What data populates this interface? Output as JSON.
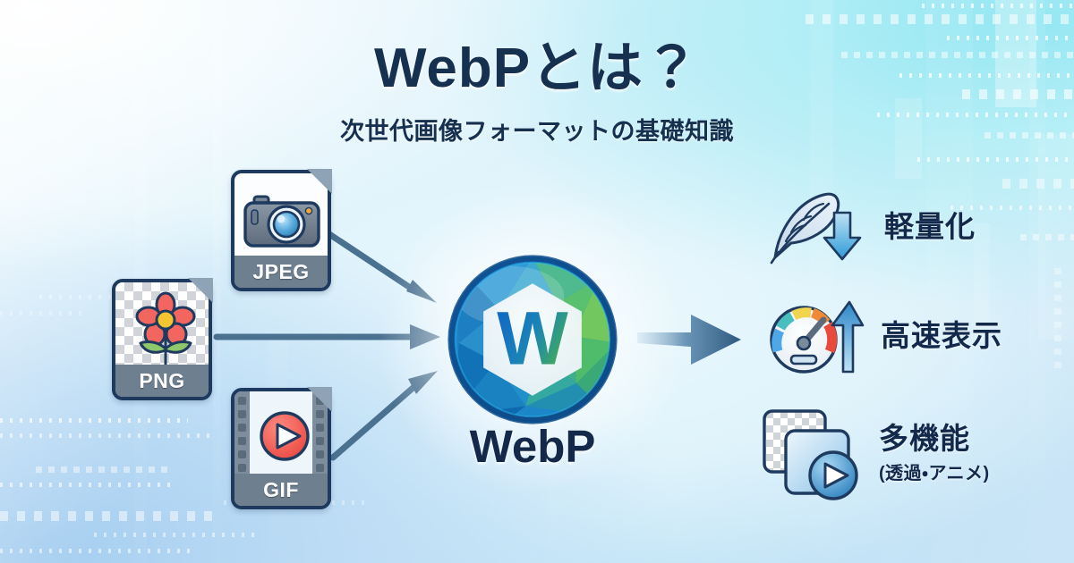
{
  "header": {
    "title": "WebPとは？",
    "subtitle": "次世代画像フォーマットの基礎知識"
  },
  "center": {
    "logo_letter": "W",
    "logo_label": "WebP"
  },
  "source_formats": [
    {
      "name": "JPEG",
      "icon": "camera-icon"
    },
    {
      "name": "PNG",
      "icon": "flower-transparency-icon"
    },
    {
      "name": "GIF",
      "icon": "film-play-icon"
    }
  ],
  "benefits": [
    {
      "label": "軽量化",
      "sub": "",
      "icon": "feather-down-arrow-icon"
    },
    {
      "label": "高速表示",
      "sub": "",
      "icon": "speed-gauge-up-arrow-icon"
    },
    {
      "label": "多機能",
      "sub": "(透過・アニメ)",
      "icon": "layers-play-icon"
    }
  ],
  "colors": {
    "ink": "#13294b",
    "card_border": "#1e3a5f",
    "card_label_bg": "#6e7f90",
    "arrow": "#49718f",
    "accent_red": "#ef5350",
    "accent_green": "#6cc04a",
    "logo_blue": "#1468b8",
    "logo_green": "#4cb648",
    "bg_light": "#f2fbfe",
    "bg_cyan": "#8fe6f2",
    "bg_blue": "#a6cef0"
  }
}
